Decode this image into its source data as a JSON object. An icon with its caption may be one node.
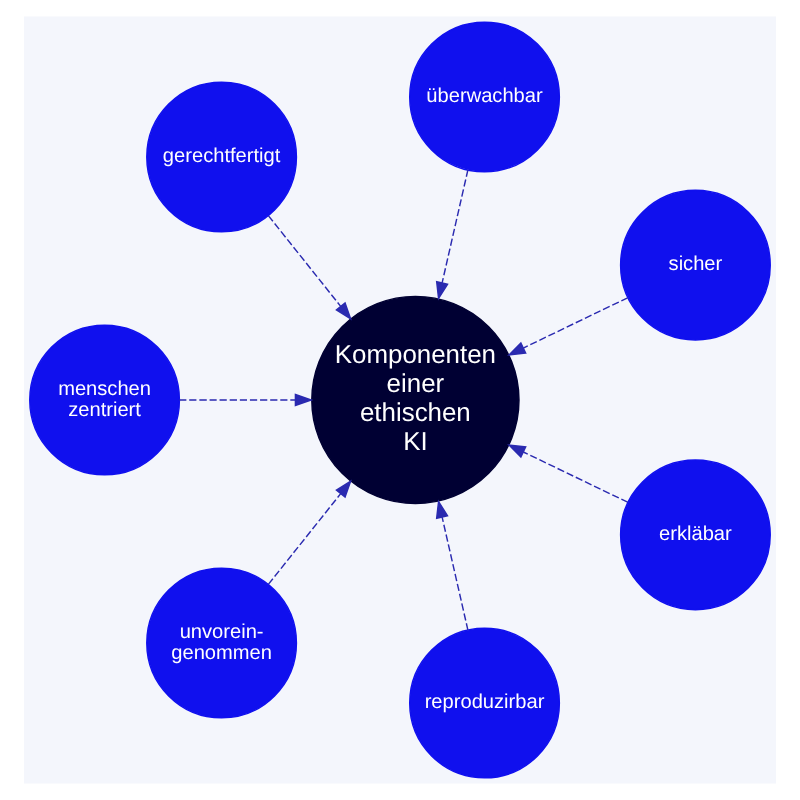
{
  "diagram": {
    "nodes": [
      {
        "text": [
          "Komponenten einer ethischen KI"
        ]
      },
      {
        "text": [
          "sicher"
        ]
      },
      {
        "text": [
          "überwachbar"
        ]
      },
      {
        "text": [
          "gerechtfertigt"
        ]
      },
      {
        "text": [
          "menschen zentriert"
        ]
      },
      {
        "text": [
          "unvorein- genommen"
        ]
      },
      {
        "text": [
          "reproduzirbar"
        ]
      },
      {
        "text": [
          "erkläbar"
        ]
      }
    ],
    "edges": [
      {
        "from": 1,
        "to": 0,
        "arrow": "to",
        "style": "dashed"
      },
      {
        "from": 2,
        "to": 0,
        "arrow": "to",
        "style": "dashed"
      },
      {
        "from": 3,
        "to": 0,
        "arrow": "to",
        "style": "dashed"
      },
      {
        "from": 4,
        "to": 0,
        "arrow": "to",
        "style": "dashed"
      },
      {
        "from": 5,
        "to": 0,
        "arrow": "to",
        "style": "dashed"
      },
      {
        "from": 6,
        "to": 0,
        "arrow": "to",
        "style": "dashed"
      },
      {
        "from": 7,
        "to": 0,
        "arrow": "to",
        "style": "dashed"
      }
    ]
  }
}
